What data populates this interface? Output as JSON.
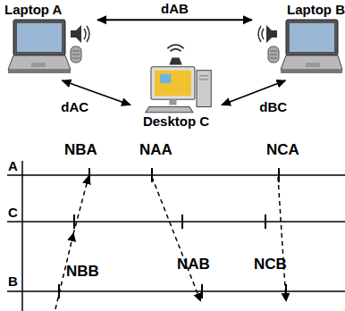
{
  "diagram": {
    "nodes": [
      {
        "text": [
          "Laptop A"
        ]
      },
      {
        "text": [
          "Laptop B"
        ]
      },
      {
        "text": [
          "Desktop C"
        ]
      }
    ],
    "edges": [
      {
        "from": 0,
        "to": 1,
        "arrow": "both",
        "label": "dAB"
      },
      {
        "from": 0,
        "to": 2,
        "arrow": "both",
        "label": "dAC"
      },
      {
        "from": 1,
        "to": 2,
        "arrow": "both",
        "label": "dBC"
      }
    ],
    "labels": [
      "A",
      "C",
      "B",
      "NBA",
      "NAA",
      "NCA",
      "NBB",
      "NAB",
      "NCB"
    ]
  }
}
